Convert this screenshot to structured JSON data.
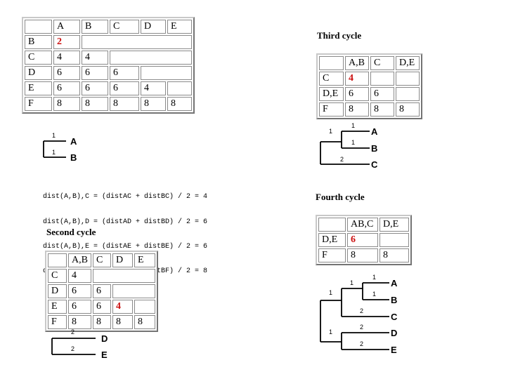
{
  "table1": {
    "header": [
      "",
      "A",
      "B",
      "C",
      "D",
      "E"
    ],
    "rows": [
      [
        "B",
        "2"
      ],
      [
        "C",
        "4",
        "4"
      ],
      [
        "D",
        "6",
        "6",
        "6"
      ],
      [
        "E",
        "6",
        "6",
        "6",
        "4"
      ],
      [
        "F",
        "8",
        "8",
        "8",
        "8",
        "8"
      ]
    ]
  },
  "tree1": {
    "leaves": [
      "A",
      "B"
    ],
    "branches": [
      "1",
      "1"
    ]
  },
  "formulas": [
    "dist(A,B),C = (distAC + distBC) / 2 = 4",
    "dist(A,B),D = (distAD + distBD) / 2 = 6",
    "dist(A,B),E = (distAE + distBE) / 2 = 6",
    "dist(A,B),F = (distAF + distBF) / 2 = 8"
  ],
  "second": {
    "title": "Second cycle",
    "header": [
      "",
      "A,B",
      "C",
      "D",
      "E"
    ],
    "rows": [
      [
        "C",
        "4"
      ],
      [
        "D",
        "6",
        "6"
      ],
      [
        "E",
        "6",
        "6",
        "4"
      ],
      [
        "F",
        "8",
        "8",
        "8",
        "8"
      ]
    ],
    "tree": {
      "leaves": [
        "D",
        "E"
      ],
      "branches": [
        "2",
        "2"
      ]
    }
  },
  "third": {
    "title": "Third cycle",
    "header": [
      "",
      "A,B",
      "C",
      "D,E"
    ],
    "rows": [
      [
        "C",
        "4",
        "",
        ""
      ],
      [
        "D,E",
        "6",
        "6",
        ""
      ],
      [
        "F",
        "8",
        "8",
        "8"
      ]
    ],
    "tree": {
      "leaves": [
        "A",
        "B",
        "C"
      ],
      "branches": [
        "1",
        "1",
        "1",
        "2"
      ]
    }
  },
  "fourth": {
    "title": "Fourth cycle",
    "header": [
      "",
      "AB,C",
      "D,E"
    ],
    "rows": [
      [
        "D,E",
        "6",
        ""
      ],
      [
        "F",
        "8",
        "8"
      ]
    ],
    "tree": {
      "leaves": [
        "A",
        "B",
        "C",
        "D",
        "E"
      ],
      "branches": [
        "1",
        "1",
        "1",
        "2",
        "1",
        "1",
        "2",
        "2"
      ]
    }
  },
  "highlight_color": "#cc1111"
}
